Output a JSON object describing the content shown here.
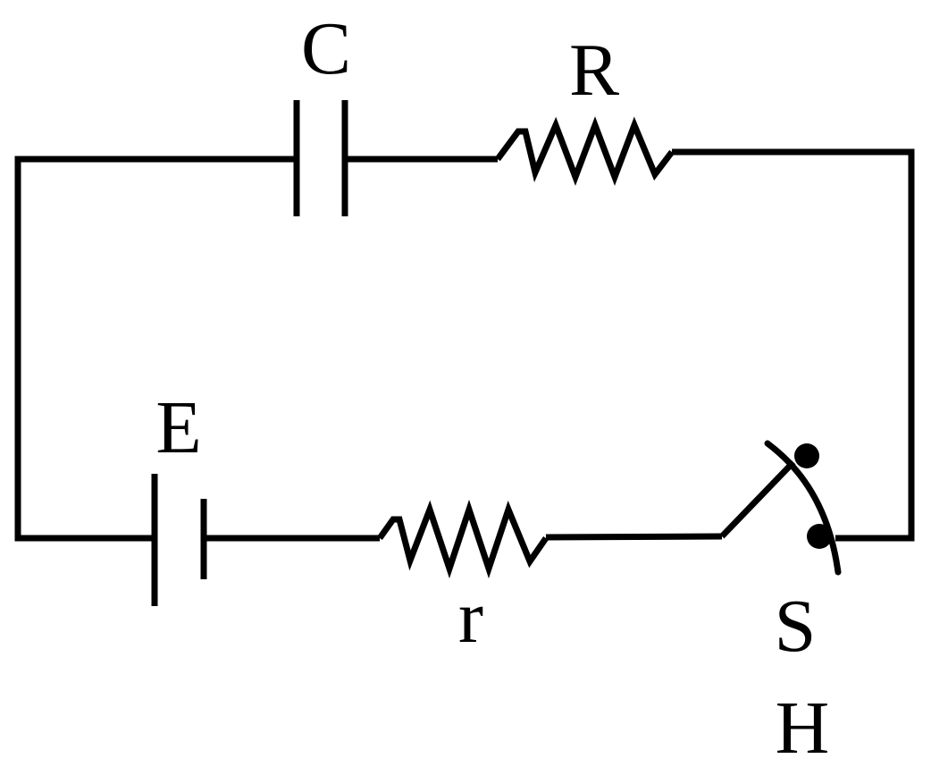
{
  "diagram": {
    "type": "circuit",
    "labels": {
      "capacitor": "C",
      "resistor": "R",
      "battery": "E",
      "internal_resistance": "r",
      "switch": "S",
      "switch_extra": "H"
    },
    "colors": {
      "line": "#000000",
      "background": "#ffffff"
    }
  }
}
